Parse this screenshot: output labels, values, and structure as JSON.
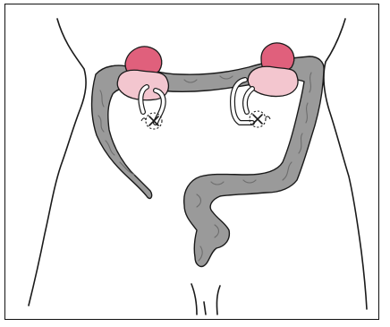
{
  "figure": {
    "alt": "",
    "colors": {
      "outline": "#1a1a1a",
      "kidney_upper": "#e0607c",
      "kidney_lower": "#f3c6cf",
      "colon": "#9a9a9a",
      "colon_shadow": "#6d6d6d",
      "background": "#ffffff"
    },
    "parts": {
      "left_kidney": "kidney",
      "right_kidney": "kidney",
      "left_graft_mark": "graft-site-mark",
      "right_graft_mark": "graft-site-mark",
      "large_intestine": "colon"
    }
  }
}
